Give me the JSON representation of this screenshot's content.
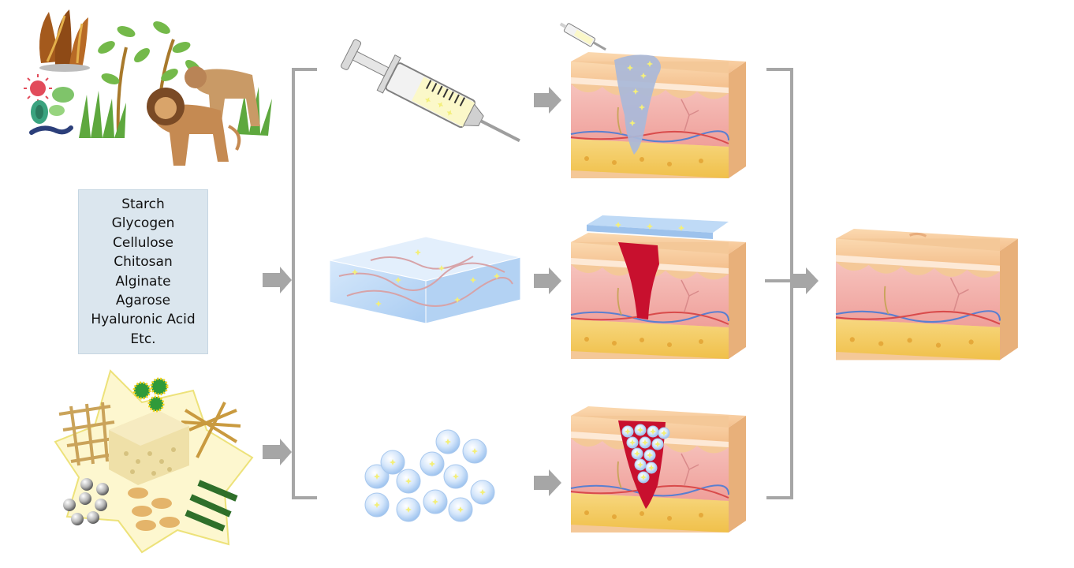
{
  "polysaccharides": {
    "items": [
      "Starch",
      "Glycogen",
      "Cellulose",
      "Chitosan",
      "Alginate",
      "Agarose",
      "Hyaluronic Acid",
      "Etc."
    ]
  },
  "colors": {
    "arrow": "#a6a6a6",
    "bracket": "#a6a6a6",
    "box_fill": "#dbe6ee",
    "hydrogel": "#bcd8f5",
    "skin_epidermis": "#f6c89a",
    "skin_dermis": "#f3b5b1",
    "skin_fat": "#f2c45a",
    "wound_blood": "#c8102e"
  },
  "icons": {
    "sources_top": [
      "plant-icon",
      "lion-icon",
      "microbe-icon",
      "seaweed-icon"
    ],
    "sources_bottom": [
      "mesh-scaffold-icon",
      "sponge-icon",
      "nanoparticle-icon",
      "fiber-icon"
    ],
    "forms": [
      "syringe-icon",
      "hydrogel-sheet-icon",
      "microsphere-icon"
    ],
    "outcome": "healed-skin-icon"
  }
}
